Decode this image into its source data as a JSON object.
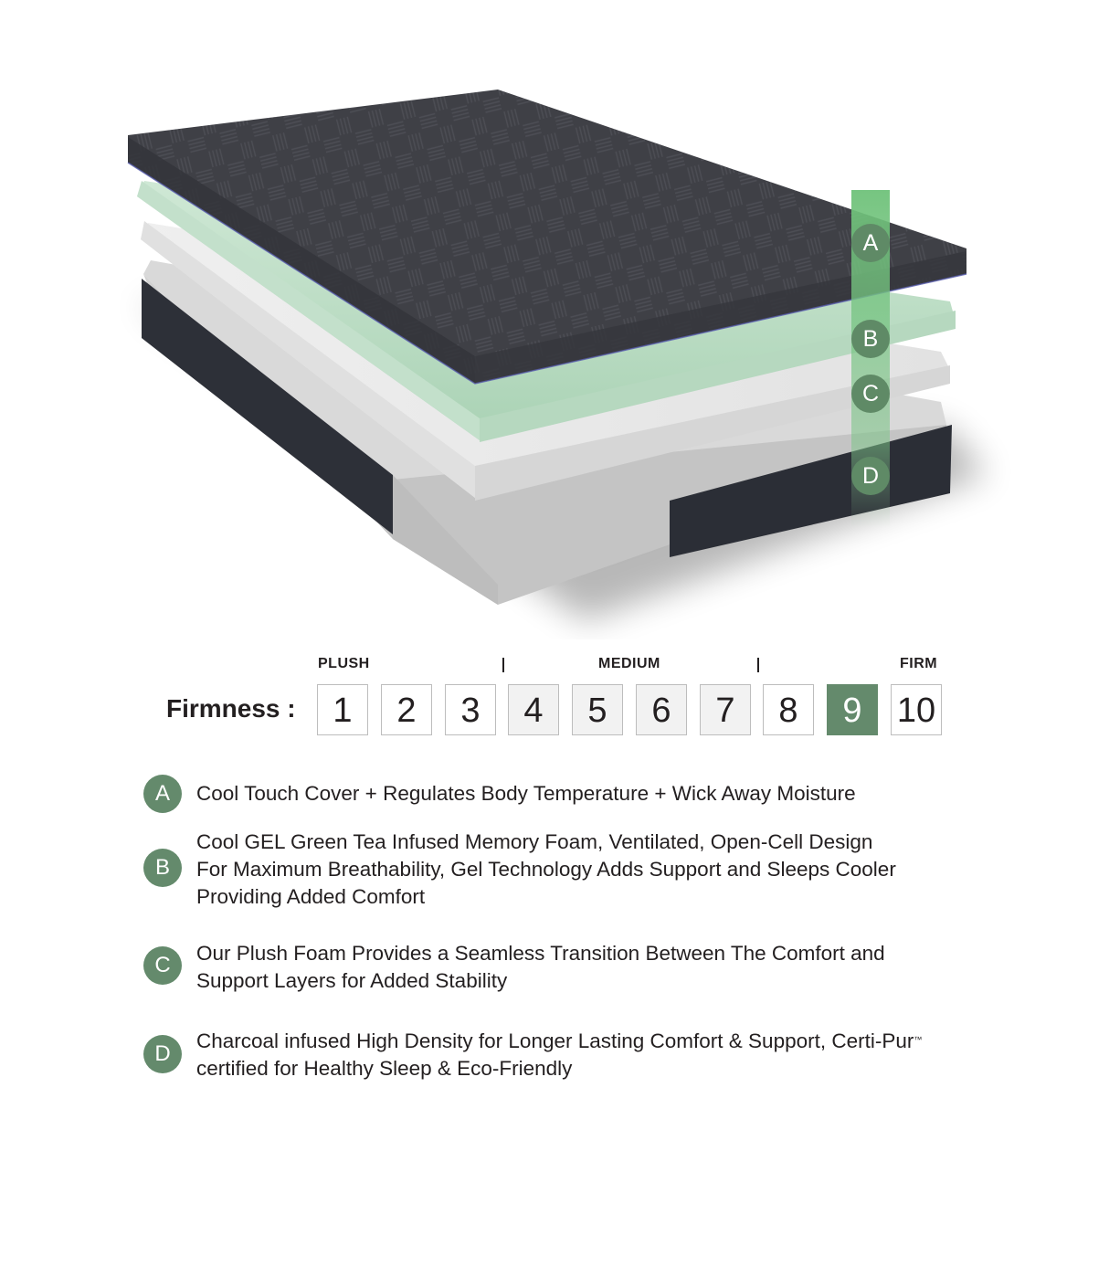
{
  "illustration": {
    "description": "Exploded mattress layers",
    "colors": {
      "cover": "#3c3d42",
      "gel_foam": "#bcdcc6",
      "plush_foam": "#e6e6e6",
      "base_foam": "#c9c9c9",
      "charcoal_base": "#2d3038",
      "marker_bar": "#6fbf7a",
      "marker_badge": "#5f8a66"
    },
    "markers": [
      {
        "letter": "A",
        "layer": "cover"
      },
      {
        "letter": "B",
        "layer": "gel_foam"
      },
      {
        "letter": "C",
        "layer": "plush_foam"
      },
      {
        "letter": "D",
        "layer": "charcoal_base"
      }
    ]
  },
  "firmness": {
    "title": "Firmness :",
    "scale_labels": [
      "PLUSH",
      "MEDIUM",
      "FIRM"
    ],
    "levels": [
      "1",
      "2",
      "3",
      "4",
      "5",
      "6",
      "7",
      "8",
      "9",
      "10"
    ],
    "medium_range": [
      4,
      7
    ],
    "selected": "9",
    "accent_color": "#648a6c"
  },
  "legend": [
    {
      "letter": "A",
      "lines": [
        "Cool Touch Cover + Regulates Body Temperature + Wick Away Moisture"
      ]
    },
    {
      "letter": "B",
      "lines": [
        "Cool GEL Green Tea Infused Memory Foam, Ventilated, Open-Cell Design",
        "For Maximum Breathability, Gel Technology Adds Support and Sleeps Cooler",
        "Providing Added Comfort"
      ]
    },
    {
      "letter": "C",
      "lines": [
        "Our Plush Foam Provides a Seamless Transition Between The Comfort and",
        "Support Layers for Added Stability"
      ]
    },
    {
      "letter": "D",
      "lines": [
        "Charcoal infused High Density for Longer Lasting Comfort & Support, Certi-Pur",
        "certified for Healthy Sleep & Eco-Friendly"
      ],
      "trademark": "™"
    }
  ]
}
